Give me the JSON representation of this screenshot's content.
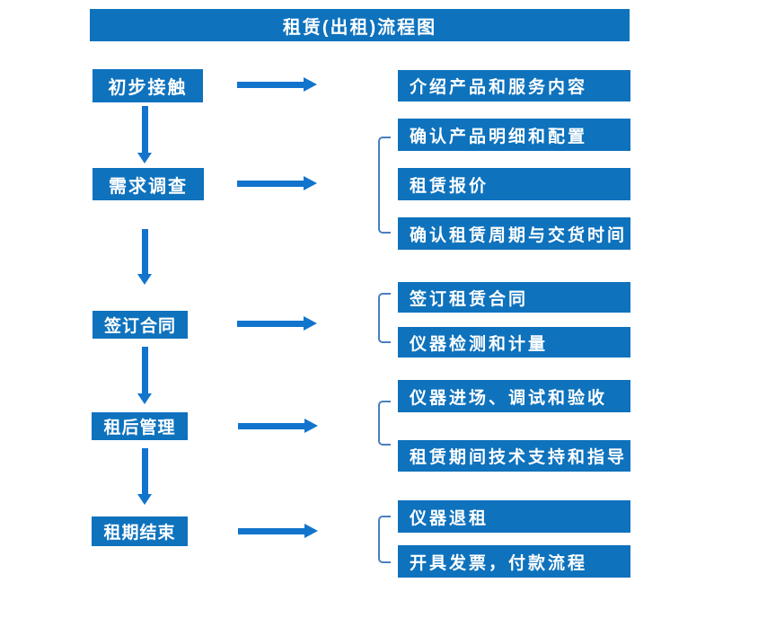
{
  "title": "租赁(出租)流程图",
  "colors": {
    "primary_blue": "#0E72BD",
    "arrow_blue": "#1274CC",
    "bracket_blue": "#4A7EBE",
    "text_color": "#FFFFFF",
    "background": "#FFFFFF"
  },
  "flow": {
    "steps": [
      {
        "label": "初步接触",
        "details": [
          "介绍产品和服务内容"
        ]
      },
      {
        "label": "需求调查",
        "details": [
          "确认产品明细和配置",
          "租赁报价",
          "确认租赁周期与交货时间"
        ]
      },
      {
        "label": "签订合同",
        "details": [
          "签订租赁合同",
          "仪器检测和计量"
        ]
      },
      {
        "label": "租后管理",
        "details": [
          "仪器进场、调试和验收",
          "租赁期间技术支持和指导"
        ]
      },
      {
        "label": "租期结束",
        "details": [
          "仪器退租",
          "开具发票，付款流程"
        ]
      }
    ]
  }
}
